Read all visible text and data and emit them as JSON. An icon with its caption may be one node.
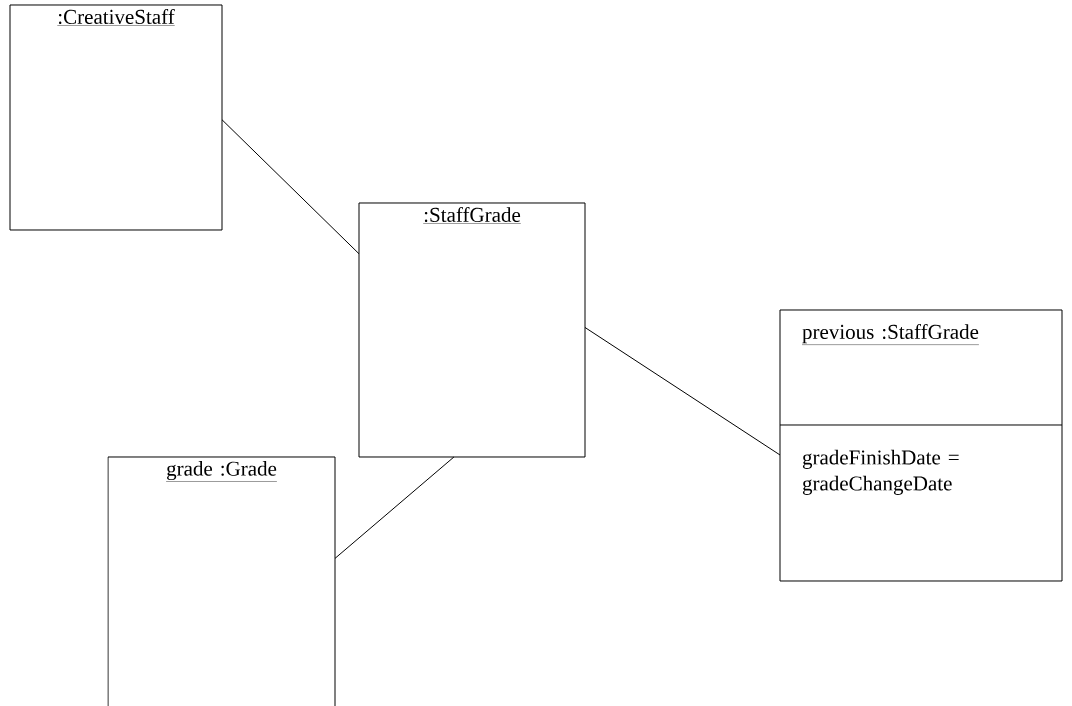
{
  "diagram": {
    "nodes": [
      {
        "text": [
          ":CreativeStaff"
        ]
      },
      {
        "text": [
          ":StaffGrade"
        ]
      },
      {
        "text": [
          "previous :StaffGrade",
          "gradeFinishDate = gradeChangeDate"
        ]
      },
      {
        "text": [
          "grade :Grade"
        ]
      }
    ],
    "edges": [
      {
        "from": 0,
        "to": 1,
        "arrow": "none"
      },
      {
        "from": 1,
        "to": 3,
        "arrow": "none"
      },
      {
        "from": 1,
        "to": 2,
        "arrow": "none"
      }
    ]
  }
}
